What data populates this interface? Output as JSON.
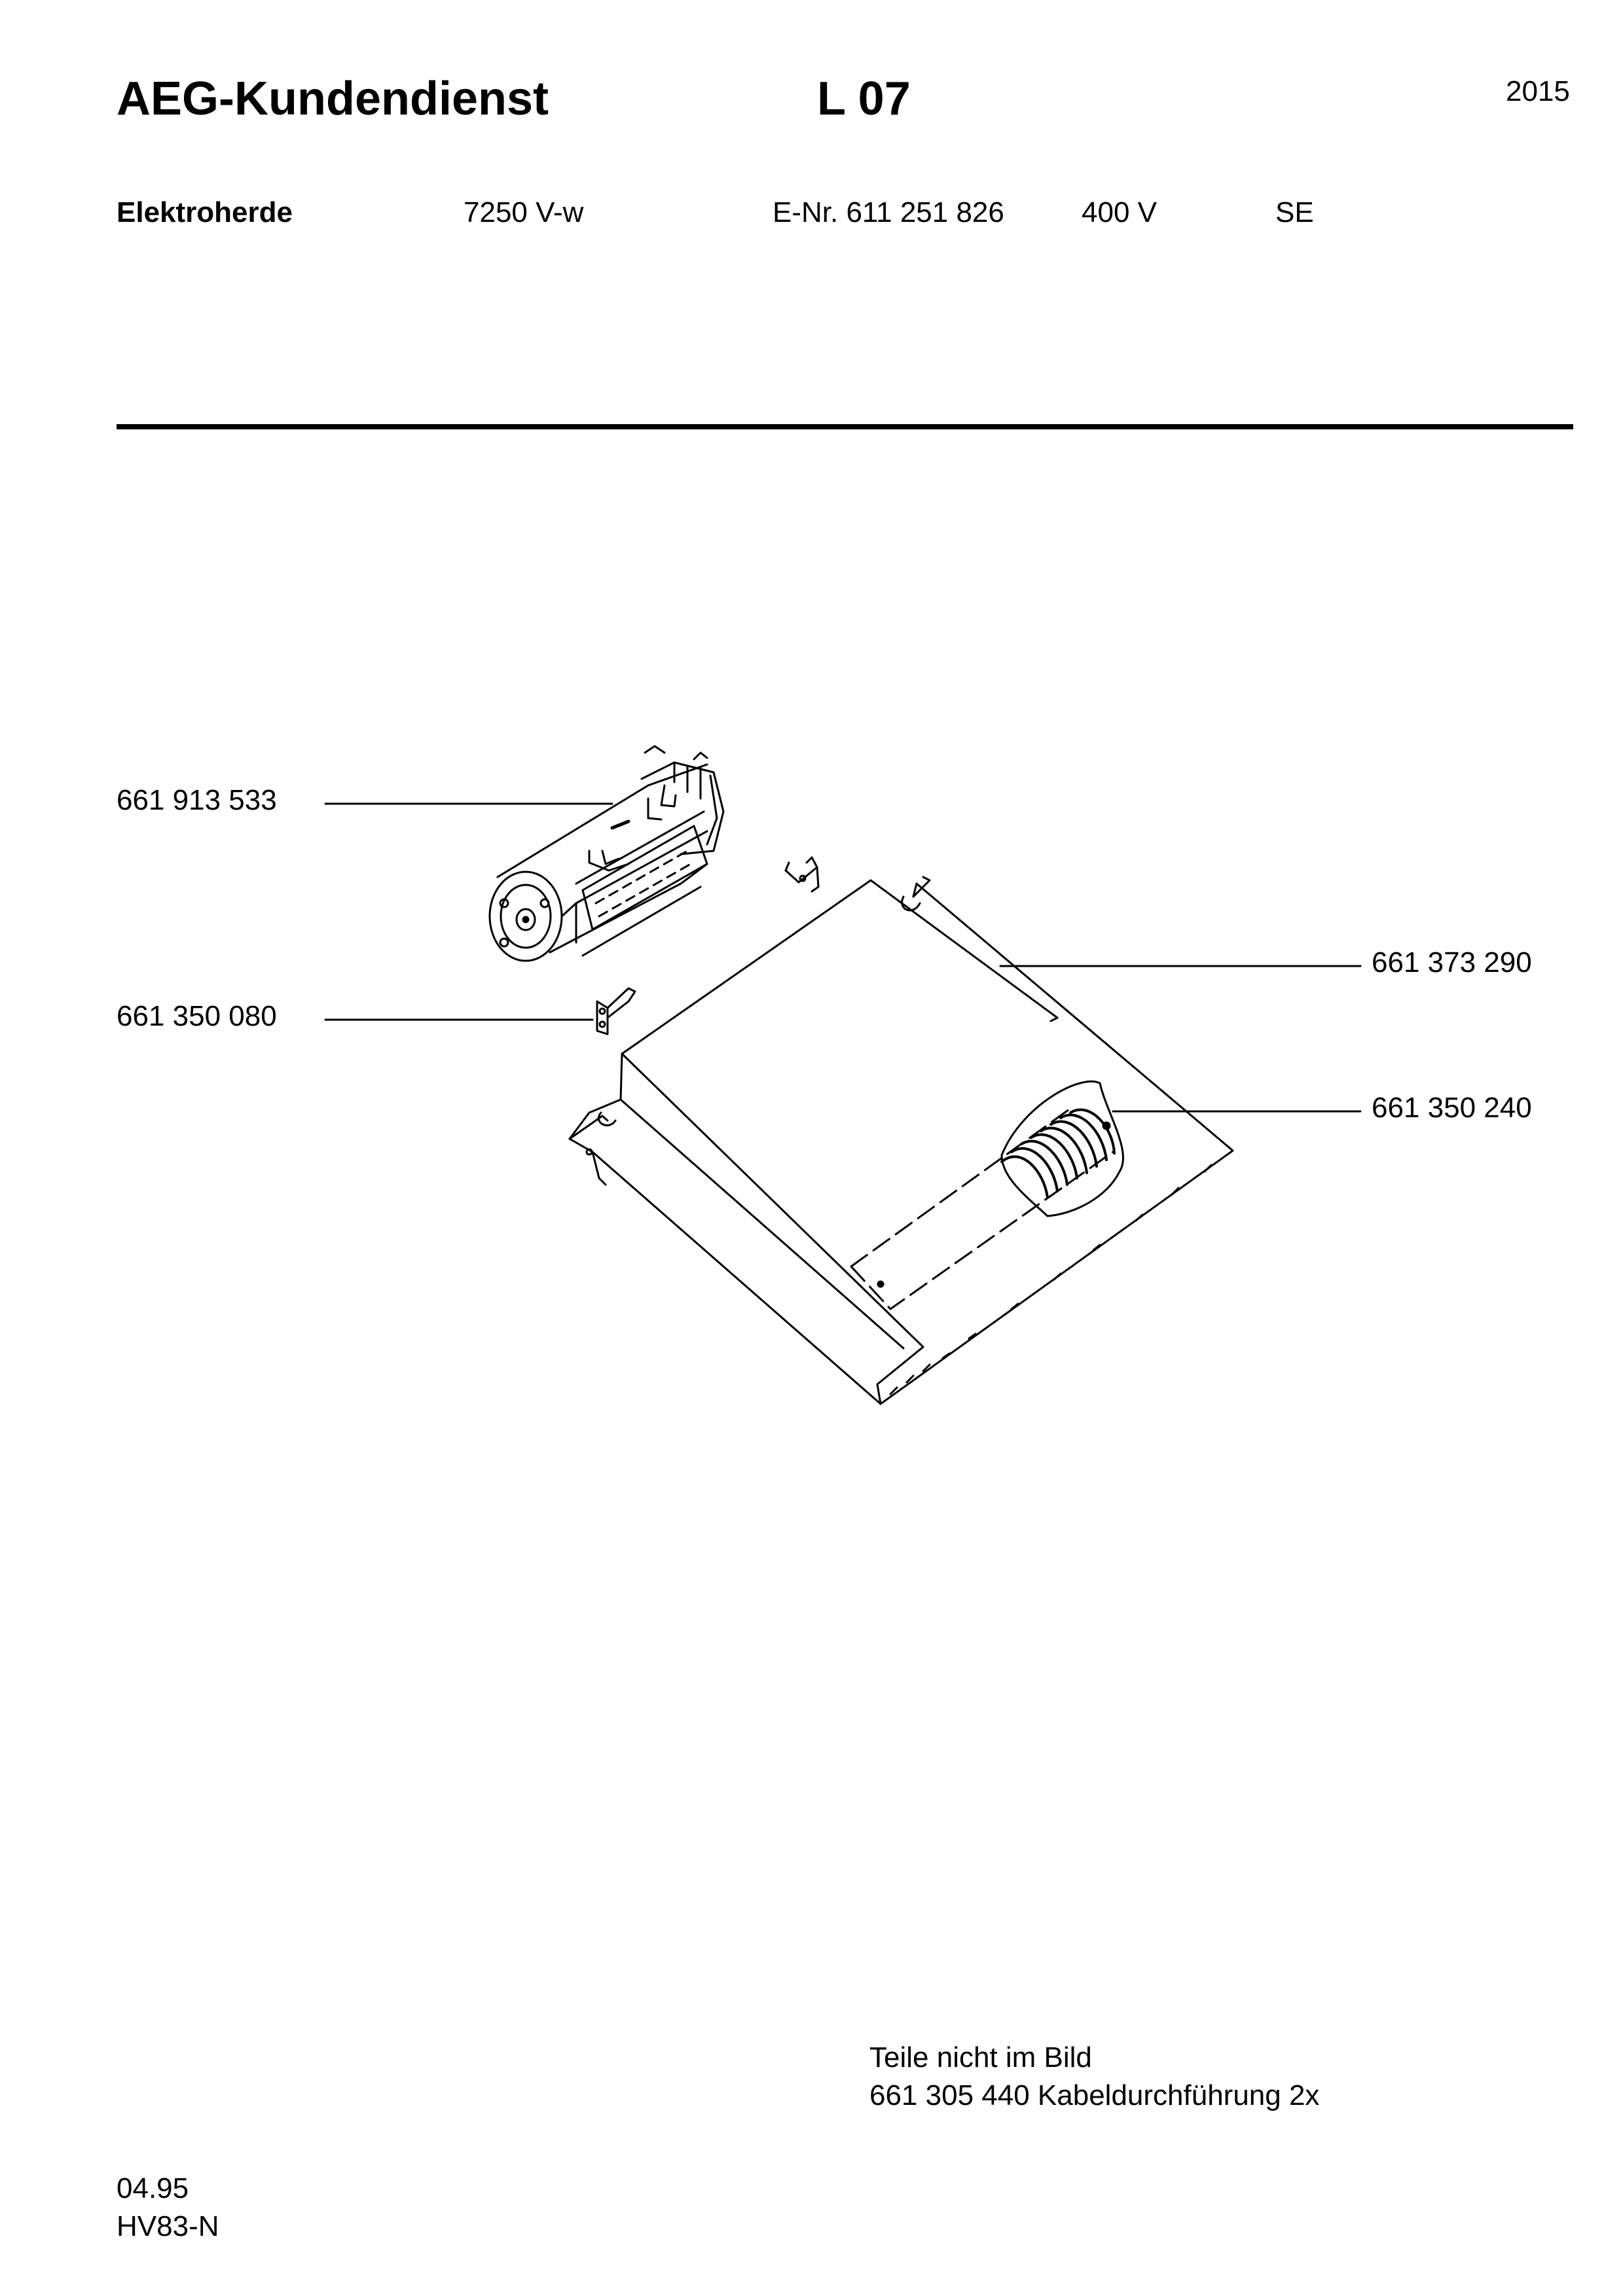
{
  "header": {
    "brand": "AEG-Kundendienst",
    "sheet": "L 07",
    "year": "2015"
  },
  "product": {
    "category": "Elektroherde",
    "model": "7250 V-w",
    "enr": "E-Nr. 611 251 826",
    "voltage": "400 V",
    "region": "SE"
  },
  "parts": {
    "fan_motor": "661 913 533",
    "bracket": "661 350 080",
    "cover": "661 373 290",
    "cover_grommet": "661 350 240"
  },
  "notes": {
    "heading": "Teile nicht im Bild",
    "line1": "661 305 440 Kabeldurchführung 2x"
  },
  "footer": {
    "date": "04.95",
    "code": "HV83-N"
  }
}
